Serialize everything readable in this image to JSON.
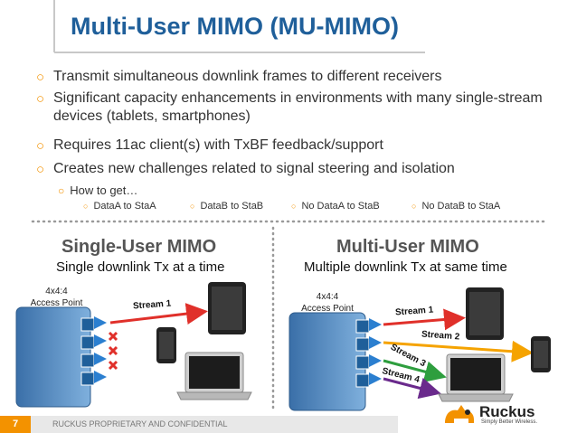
{
  "slide": {
    "title": "Multi-User MIMO (MU-MIMO)",
    "bullets": [
      "Transmit simultaneous downlink frames to different receivers",
      "Significant capacity enhancements in environments with many single-stream devices (tablets, smartphones)",
      "Requires 11ac client(s) with TxBF feedback/support",
      "Creates new challenges related to signal steering and isolation"
    ],
    "sub_bullet": "How to get…",
    "sub_sub_bullets": [
      "DataA to StaA",
      "DataB to StaB",
      "No DataA to StaB",
      "No DataB to StaA"
    ]
  },
  "left_panel": {
    "title": "Single-User MIMO",
    "subtitle": "Single downlink Tx at a time",
    "ap_label_line1": "4x4:4",
    "ap_label_line2": "Access Point",
    "stream_label": "Stream 1"
  },
  "right_panel": {
    "title": "Multi-User MIMO",
    "subtitle": "Multiple downlink Tx at same time",
    "ap_label_line1": "4x4:4",
    "ap_label_line2": "Access Point",
    "streams": [
      "Stream 1",
      "Stream 2",
      "Stream 3",
      "Stream 4"
    ]
  },
  "footer": {
    "page_number": "7",
    "confidential": "RUCKUS PROPRIETARY AND CONFIDENTIAL",
    "logo_text": "Ruckus",
    "logo_tagline": "Simply Better Wireless."
  },
  "colors": {
    "title_blue": "#1f5f9a",
    "accent_orange": "#f39200",
    "stream1_red": "#e0302a",
    "stream2_orange": "#f5a300",
    "stream3_green": "#2e9e3e",
    "stream4_purple": "#6a2a8c"
  }
}
